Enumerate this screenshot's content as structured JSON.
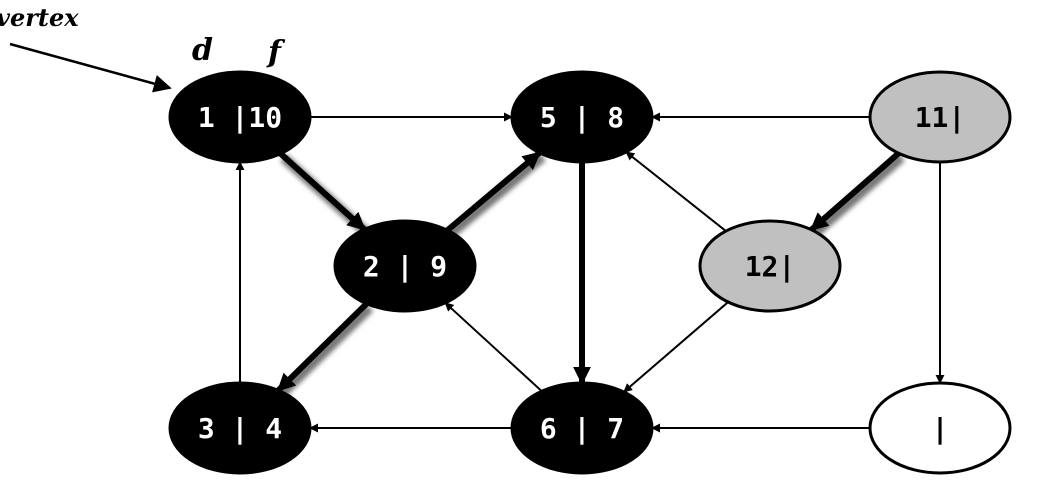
{
  "annotations": {
    "vertex_label": "vertex",
    "d_label": "d",
    "f_label": "f"
  },
  "colors": {
    "black_node": "#000000",
    "gray_node": "#c0c0c0",
    "white_node": "#ffffff",
    "edge": "#000000",
    "label_on_black": "#ffffff",
    "label_on_light": "#000000"
  },
  "nodes": [
    {
      "id": "n1",
      "label": "1 |10",
      "state": "black"
    },
    {
      "id": "n5",
      "label": "5 | 8",
      "state": "black"
    },
    {
      "id": "n11",
      "label": "11|",
      "state": "gray"
    },
    {
      "id": "n2",
      "label": "2 | 9",
      "state": "black"
    },
    {
      "id": "n12",
      "label": "12|",
      "state": "gray"
    },
    {
      "id": "n3",
      "label": "3 | 4",
      "state": "black"
    },
    {
      "id": "n6",
      "label": "6 | 7",
      "state": "black"
    },
    {
      "id": "n13",
      "label": "|",
      "state": "white"
    }
  ],
  "edges": [
    {
      "from": "n1",
      "to": "n5",
      "tree": false
    },
    {
      "from": "n11",
      "to": "n5",
      "tree": false
    },
    {
      "from": "n1",
      "to": "n2",
      "tree": true
    },
    {
      "from": "n2",
      "to": "n5",
      "tree": true
    },
    {
      "from": "n5",
      "to": "n6",
      "tree": true
    },
    {
      "from": "n11",
      "to": "n12",
      "tree": true
    },
    {
      "from": "n12",
      "to": "n5",
      "tree": false
    },
    {
      "from": "n12",
      "to": "n6",
      "tree": false
    },
    {
      "from": "n11",
      "to": "n13",
      "tree": false
    },
    {
      "from": "n2",
      "to": "n3",
      "tree": true
    },
    {
      "from": "n3",
      "to": "n1",
      "tree": false
    },
    {
      "from": "n6",
      "to": "n2",
      "tree": false
    },
    {
      "from": "n6",
      "to": "n3",
      "tree": false
    },
    {
      "from": "n13",
      "to": "n6",
      "tree": false
    }
  ]
}
